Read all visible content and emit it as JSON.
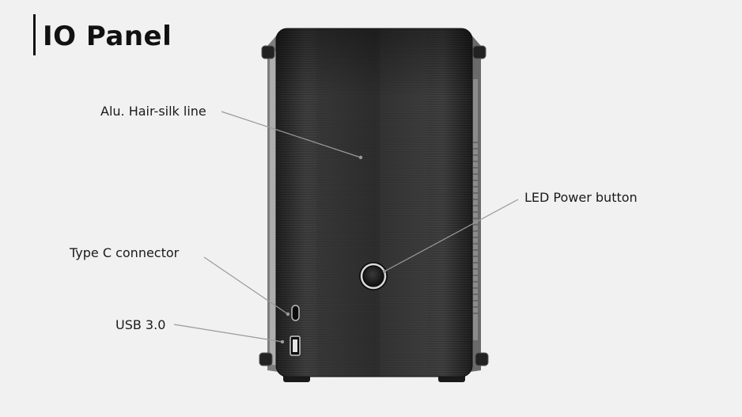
{
  "header": {
    "title": "IO Panel"
  },
  "callouts": {
    "alu_finish": "Alu. Hair-silk line",
    "power_button": "LED Power button",
    "type_c": "Type C connector",
    "usb": "USB 3.0"
  },
  "colors": {
    "background": "#f1f1f1",
    "chassis": "#2b2b2b",
    "text": "#1a1a1a"
  }
}
